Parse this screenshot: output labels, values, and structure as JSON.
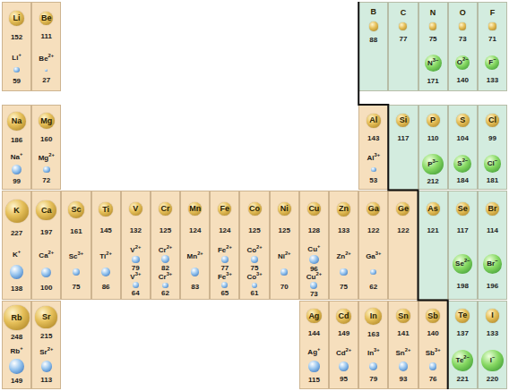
{
  "diagram": {
    "nodes": [
      {
        "text": [
          "Li",
          "152",
          "Li+",
          "59"
        ]
      },
      {
        "text": [
          "Be",
          "111",
          "Be2+",
          "27"
        ]
      },
      {
        "text": [
          "B",
          "88"
        ]
      },
      {
        "text": [
          "C",
          "77"
        ]
      },
      {
        "text": [
          "N",
          "75",
          "N3−",
          "171"
        ]
      },
      {
        "text": [
          "O",
          "73",
          "O2−",
          "140"
        ]
      },
      {
        "text": [
          "F",
          "71",
          "F−",
          "133"
        ]
      },
      {
        "text": [
          "Na",
          "186",
          "Na+",
          "99"
        ]
      },
      {
        "text": [
          "Mg",
          "160",
          "Mg2+",
          "72"
        ]
      },
      {
        "text": [
          "Al",
          "143",
          "Al3+",
          "53"
        ]
      },
      {
        "text": [
          "Si",
          "117"
        ]
      },
      {
        "text": [
          "P",
          "110",
          "P3−",
          "212"
        ]
      },
      {
        "text": [
          "S",
          "104",
          "S2−",
          "184"
        ]
      },
      {
        "text": [
          "Cl",
          "99",
          "Cl−",
          "181"
        ]
      },
      {
        "text": [
          "K",
          "227",
          "K+",
          "138"
        ]
      },
      {
        "text": [
          "Ca",
          "197",
          "Ca2+",
          "100"
        ]
      },
      {
        "text": [
          "Sc",
          "161",
          "Sc3+",
          "75"
        ]
      },
      {
        "text": [
          "Ti",
          "145",
          "Ti2+",
          "86"
        ]
      },
      {
        "text": [
          "V",
          "132",
          "V2+",
          "79",
          "V3+",
          "64"
        ]
      },
      {
        "text": [
          "Cr",
          "125",
          "Cr2+",
          "82",
          "Cr3+",
          "62"
        ]
      },
      {
        "text": [
          "Mn",
          "124",
          "Mn2+",
          "83"
        ]
      },
      {
        "text": [
          "Fe",
          "124",
          "Fe2+",
          "77",
          "Fe3+",
          "65"
        ]
      },
      {
        "text": [
          "Co",
          "125",
          "Co2+",
          "75",
          "Co3+",
          "61"
        ]
      },
      {
        "text": [
          "Ni",
          "125",
          "Ni2+",
          "70"
        ]
      },
      {
        "text": [
          "Cu",
          "128",
          "Cu+",
          "96",
          "Cu2+",
          "73"
        ]
      },
      {
        "text": [
          "Zn",
          "133",
          "Zn2+",
          "75"
        ]
      },
      {
        "text": [
          "Ga",
          "122",
          "Ga3+",
          "62"
        ]
      },
      {
        "text": [
          "Ge",
          "122"
        ]
      },
      {
        "text": [
          "As",
          "121"
        ]
      },
      {
        "text": [
          "Se",
          "117",
          "Se2−",
          "198"
        ]
      },
      {
        "text": [
          "Br",
          "114",
          "Br−",
          "196"
        ]
      },
      {
        "text": [
          "Rb",
          "248",
          "Rb+",
          "149"
        ]
      },
      {
        "text": [
          "Sr",
          "215",
          "Sr2+",
          "113"
        ]
      },
      {
        "text": [
          "Ag",
          "144",
          "Ag+",
          "115"
        ]
      },
      {
        "text": [
          "Cd",
          "149",
          "Cd2+",
          "95"
        ]
      },
      {
        "text": [
          "In",
          "163",
          "In3+",
          "79"
        ]
      },
      {
        "text": [
          "Sn",
          "141",
          "Sn2+",
          "93"
        ]
      },
      {
        "text": [
          "Sb",
          "140",
          "Sb3+",
          "76"
        ]
      },
      {
        "text": [
          "Te",
          "137",
          "Te2−",
          "221"
        ]
      },
      {
        "text": [
          "I",
          "133",
          "I−",
          "220"
        ]
      }
    ]
  }
}
